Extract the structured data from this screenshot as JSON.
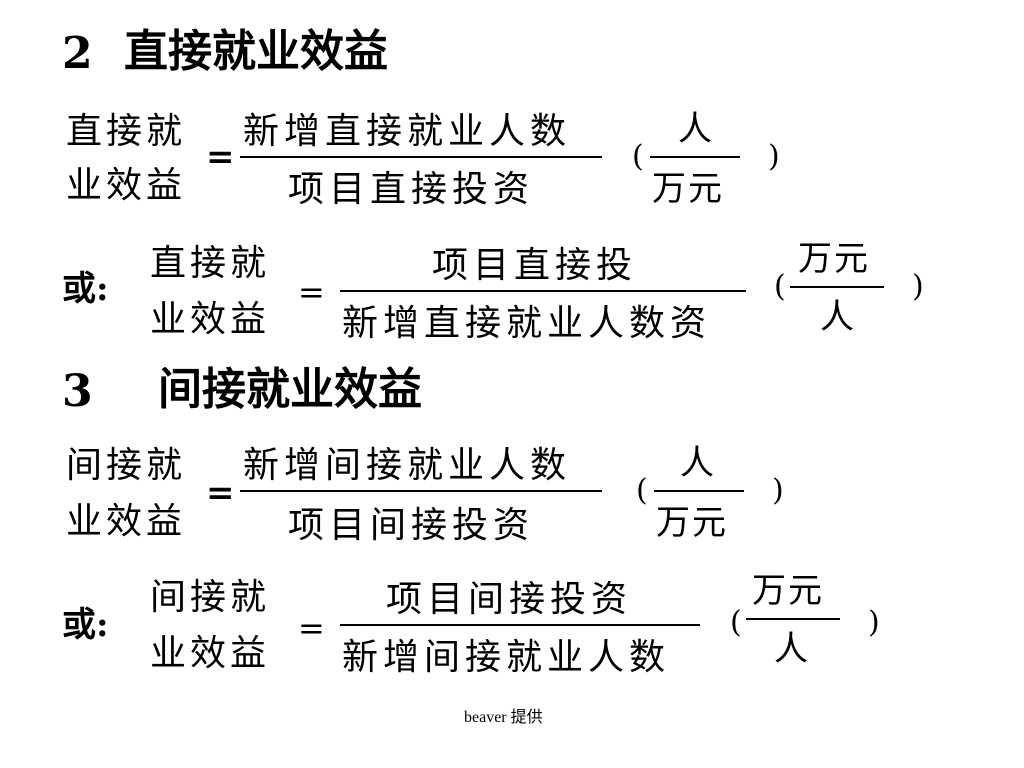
{
  "section2": {
    "number": "2",
    "title": "直接就业效益"
  },
  "formula1": {
    "lhs_line1": "直接就",
    "lhs_line2": "业效益",
    "equals": "=",
    "numerator": "新增直接就业人数",
    "denominator": "项目直接投资",
    "paren_open": "(",
    "paren_close": ")",
    "unit_num": "人",
    "unit_den": "万元"
  },
  "formula2": {
    "prefix": "或:",
    "lhs_line1": "直接就",
    "lhs_line2": "业效益",
    "equals": "=",
    "numerator": "项目直接投",
    "denominator": "新增直接就业人数资",
    "paren_open": "(",
    "paren_close": ")",
    "unit_num": "万元",
    "unit_den": "人"
  },
  "section3": {
    "number": "3",
    "title": "间接就业效益"
  },
  "formula3": {
    "lhs_line1": "间接就",
    "lhs_line2": "业效益",
    "equals": "=",
    "numerator": "新增间接就业人数",
    "denominator": "项目间接投资",
    "paren_open": "(",
    "paren_close": ")",
    "unit_num": "人",
    "unit_den": "万元"
  },
  "formula4": {
    "prefix": "或:",
    "lhs_line1": "间接就",
    "lhs_line2": "业效益",
    "equals": "=",
    "numerator": "项目间接投资",
    "denominator": "新增间接就业人数",
    "paren_open": "(",
    "paren_close": ")",
    "unit_num": "万元",
    "unit_den": "人"
  },
  "footer": {
    "credit": "beaver 提供"
  }
}
